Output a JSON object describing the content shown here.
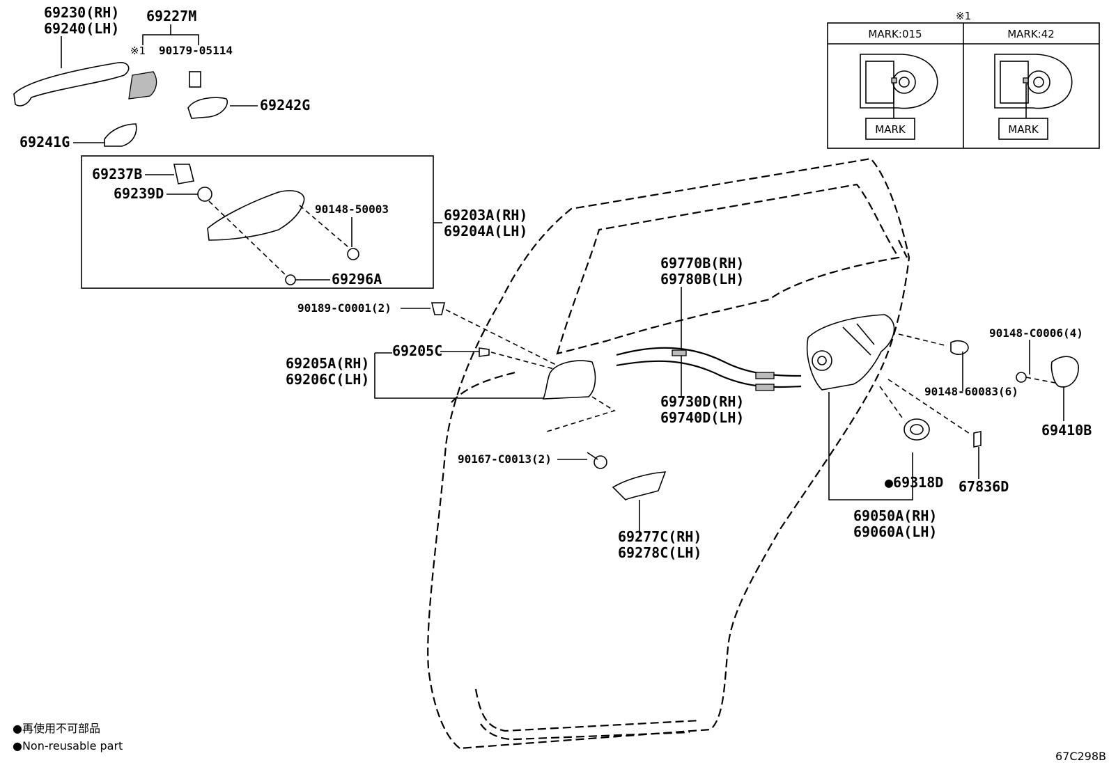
{
  "diagram_code": "67C298B",
  "legend": {
    "line_jp": "●再使用不可部品",
    "line_en": "●Non-reusable part"
  },
  "inset": {
    "marker": "※1",
    "col1_header": "MARK:015",
    "col2_header": "MARK:42",
    "mark_label": "MARK"
  },
  "labels": {
    "p69230": "69230(RH)",
    "p69240": "69240(LH)",
    "p69227M": "69227M",
    "note1": "※1",
    "p90179": "90179-05114",
    "p69242G": "69242G",
    "p69241G": "69241G",
    "p69237B": "69237B",
    "p69239D": "69239D",
    "p90148_50003": "90148-50003",
    "p69203A": "69203A(RH)",
    "p69204A": "69204A(LH)",
    "p69296A": "69296A",
    "p90189": "90189-C0001(2)",
    "p69205C": "69205C",
    "p69205A": "69205A(RH)",
    "p69206C": "69206C(LH)",
    "p90167": "90167-C0013(2)",
    "p69277C": "69277C(RH)",
    "p69278C": "69278C(LH)",
    "p69770B": "69770B(RH)",
    "p69780B": "69780B(LH)",
    "p69730D": "69730D(RH)",
    "p69740D": "69740D(LH)",
    "p90148_C0006": "90148-C0006(4)",
    "p90148_60083": "90148-60083(6)",
    "p69410B": "69410B",
    "p69318D": "●69318D",
    "p67836D": "67836D",
    "p69050A": "69050A(RH)",
    "p69060A": "69060A(LH)"
  }
}
